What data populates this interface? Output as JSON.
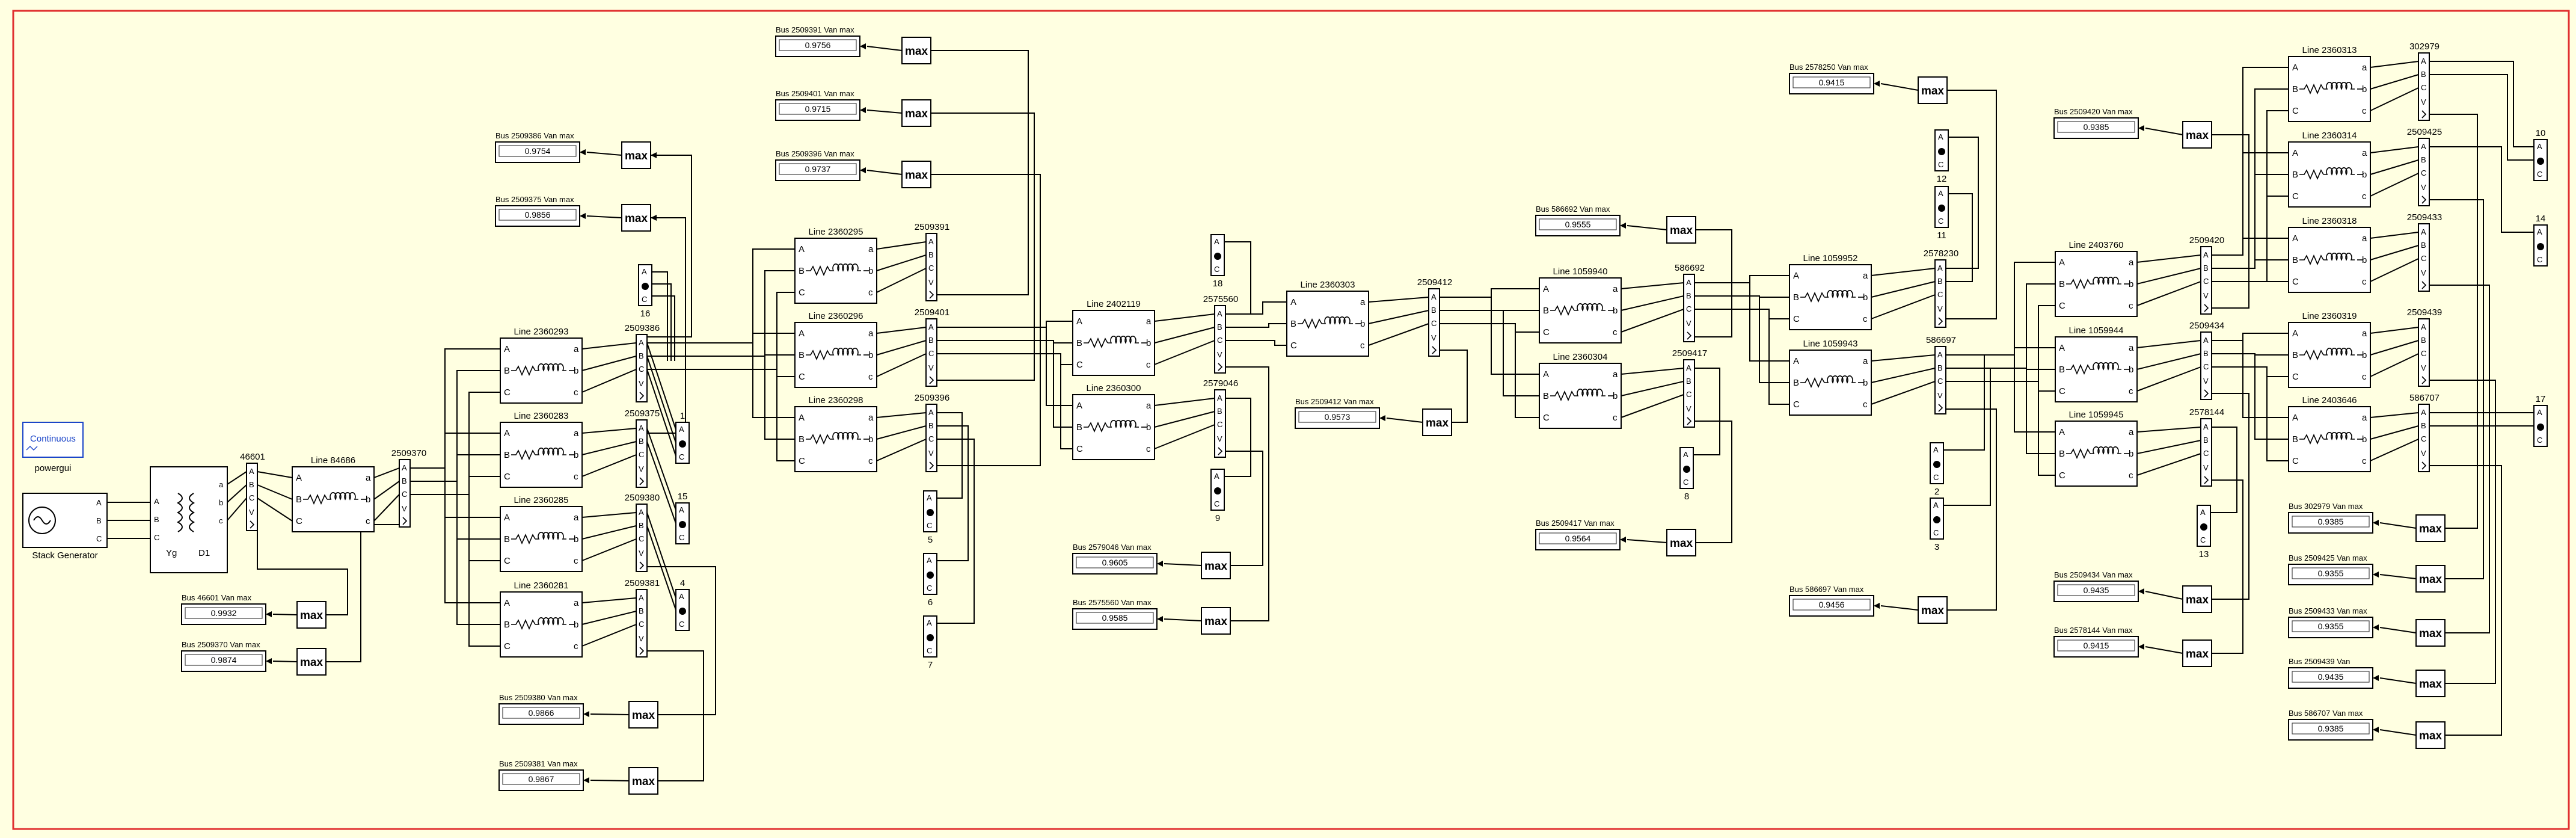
{
  "model": {
    "background_color": "#ffffe1",
    "frame_color": "#e03030",
    "powergui": {
      "mode_label": "Continuous",
      "caption": "powergui"
    },
    "source": {
      "caption": "Stack Generator"
    },
    "transformer": {
      "caption_primary": "Yg",
      "caption_secondary": "D1"
    },
    "lines": [
      {
        "id": "L84686",
        "title": "Line 84686"
      },
      {
        "id": "L2360293",
        "title": "Line 2360293"
      },
      {
        "id": "L2360283",
        "title": "Line 2360283"
      },
      {
        "id": "L2360285",
        "title": "Line 2360285"
      },
      {
        "id": "L2360281",
        "title": "Line 2360281"
      },
      {
        "id": "L2360295",
        "title": "Line 2360295"
      },
      {
        "id": "L2360296",
        "title": "Line 2360296"
      },
      {
        "id": "L2360298",
        "title": "Line 2360298"
      },
      {
        "id": "L2402119",
        "title": "Line 2402119"
      },
      {
        "id": "L2360300",
        "title": "Line 2360300"
      },
      {
        "id": "L2360303",
        "title": "Line 2360303"
      },
      {
        "id": "L1059940",
        "title": "Line 1059940"
      },
      {
        "id": "L2360304",
        "title": "Line 2360304"
      },
      {
        "id": "L1059952",
        "title": "Line 1059952"
      },
      {
        "id": "L1059943",
        "title": "Line 1059943"
      },
      {
        "id": "L2403760",
        "title": "Line 2403760"
      },
      {
        "id": "L1059944",
        "title": "Line 1059944"
      },
      {
        "id": "L1059945",
        "title": "Line 1059945"
      },
      {
        "id": "L2360313",
        "title": "Line 2360313"
      },
      {
        "id": "L2360314",
        "title": "Line 2360314"
      },
      {
        "id": "L2360318",
        "title": "Line 2360318"
      },
      {
        "id": "L2360319",
        "title": "Line 2360319"
      },
      {
        "id": "L2403646",
        "title": "Line 2403646"
      }
    ],
    "buses": [
      {
        "id": "b46601",
        "label": "46601"
      },
      {
        "id": "b2509370",
        "label": "2509370"
      },
      {
        "id": "b2509386",
        "label": "2509386"
      },
      {
        "id": "b2509375",
        "label": "2509375"
      },
      {
        "id": "b2509380",
        "label": "2509380"
      },
      {
        "id": "b2509381",
        "label": "2509381"
      },
      {
        "id": "b2509391",
        "label": "2509391"
      },
      {
        "id": "b2509401",
        "label": "2509401"
      },
      {
        "id": "b2509396",
        "label": "2509396"
      },
      {
        "id": "b2575560",
        "label": "2575560"
      },
      {
        "id": "b2579046",
        "label": "2579046"
      },
      {
        "id": "b2509412",
        "label": "2509412"
      },
      {
        "id": "b586692",
        "label": "586692"
      },
      {
        "id": "b2509417",
        "label": "2509417"
      },
      {
        "id": "b2578230",
        "label": "2578230"
      },
      {
        "id": "b586697",
        "label": "586697"
      },
      {
        "id": "b2509420",
        "label": "2509420"
      },
      {
        "id": "b2509434",
        "label": "2509434"
      },
      {
        "id": "b2578144",
        "label": "2578144"
      },
      {
        "id": "b302979",
        "label": "302979"
      },
      {
        "id": "b2509425",
        "label": "2509425"
      },
      {
        "id": "b2509433",
        "label": "2509433"
      },
      {
        "id": "b2509439",
        "label": "2509439"
      },
      {
        "id": "b586707",
        "label": "586707"
      }
    ],
    "loads": [
      {
        "id": "ld16",
        "label": "16"
      },
      {
        "id": "ld1",
        "label": "1"
      },
      {
        "id": "ld15",
        "label": "15"
      },
      {
        "id": "ld4",
        "label": "4"
      },
      {
        "id": "ld5",
        "label": "5"
      },
      {
        "id": "ld6",
        "label": "6"
      },
      {
        "id": "ld7",
        "label": "7"
      },
      {
        "id": "ld18",
        "label": "18"
      },
      {
        "id": "ld9",
        "label": "9"
      },
      {
        "id": "ld8",
        "label": "8"
      },
      {
        "id": "ld12",
        "label": "12"
      },
      {
        "id": "ld11",
        "label": "11"
      },
      {
        "id": "ld2",
        "label": "2"
      },
      {
        "id": "ld3",
        "label": "3"
      },
      {
        "id": "ld13",
        "label": "13"
      },
      {
        "id": "ld10",
        "label": "10"
      },
      {
        "id": "ld14",
        "label": "14"
      },
      {
        "id": "ld17",
        "label": "17"
      }
    ],
    "monitors": [
      {
        "id": "m2509391",
        "label": "Bus 2509391 Van max",
        "value": "0.9756"
      },
      {
        "id": "m2509401",
        "label": "Bus 2509401 Van max",
        "value": "0.9715"
      },
      {
        "id": "m2509396",
        "label": "Bus 2509396 Van max",
        "value": "0.9737"
      },
      {
        "id": "m2509386",
        "label": "Bus 2509386 Van max",
        "value": "0.9754"
      },
      {
        "id": "m2509375",
        "label": "Bus 2509375 Van max",
        "value": "0.9856"
      },
      {
        "id": "m46601",
        "label": "Bus 46601 Van max",
        "value": "0.9932"
      },
      {
        "id": "m2509370",
        "label": "Bus 2509370 Van max",
        "value": "0.9874"
      },
      {
        "id": "m2509380",
        "label": "Bus 2509380 Van max",
        "value": "0.9866"
      },
      {
        "id": "m2509381",
        "label": "Bus 2509381 Van max",
        "value": "0.9867"
      },
      {
        "id": "m2579046",
        "label": "Bus 2579046 Van max",
        "value": "0.9605"
      },
      {
        "id": "m2575560",
        "label": "Bus 2575560 Van max",
        "value": "0.9585"
      },
      {
        "id": "m2509412",
        "label": "Bus 2509412 Van max",
        "value": "0.9573"
      },
      {
        "id": "m586692",
        "label": "Bus 586692 Van max",
        "value": "0.9555"
      },
      {
        "id": "m2509417",
        "label": "Bus 2509417 Van max",
        "value": "0.9564"
      },
      {
        "id": "m2578250",
        "label": "Bus 2578250 Van max",
        "value": "0.9415"
      },
      {
        "id": "m586697",
        "label": "Bus 586697 Van max",
        "value": "0.9456"
      },
      {
        "id": "m2509420",
        "label": "Bus 2509420 Van max",
        "value": "0.9385"
      },
      {
        "id": "m2509434",
        "label": "Bus 2509434 Van max",
        "value": "0.9435"
      },
      {
        "id": "m2578144",
        "label": "Bus 2578144 Van max",
        "value": "0.9415"
      },
      {
        "id": "m302979",
        "label": "Bus 302979 Van max",
        "value": "0.9385"
      },
      {
        "id": "m2509425",
        "label": "Bus 2509425 Van max",
        "value": "0.9355"
      },
      {
        "id": "m2509433",
        "label": "Bus 2509433 Van max",
        "value": "0.9355"
      },
      {
        "id": "m2509439",
        "label": "Bus 2509439 Van",
        "value": "0.9435"
      },
      {
        "id": "m586707",
        "label": "Bus 586707 Van max",
        "value": "0.9385"
      }
    ],
    "max_block_label": "max",
    "pins": {
      "A": "A",
      "B": "B",
      "C": "C",
      "a": "a",
      "b": "b",
      "c": "c"
    }
  }
}
